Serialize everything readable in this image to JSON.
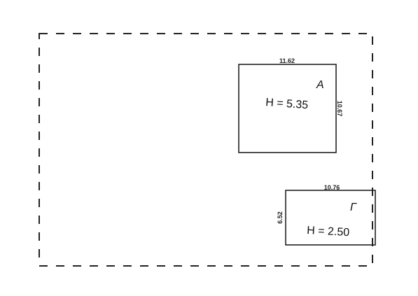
{
  "buildings": [
    {
      "id": "A",
      "letter": "А",
      "height_label": "H = 5.35",
      "width_label": "11.62",
      "depth_label": "10.67"
    },
    {
      "id": "G",
      "letter": "Г",
      "height_label": "H = 2.50",
      "width_label": "10.76",
      "depth_label": "6.52"
    }
  ],
  "colors": {
    "line": "#222222",
    "background": "#ffffff"
  }
}
